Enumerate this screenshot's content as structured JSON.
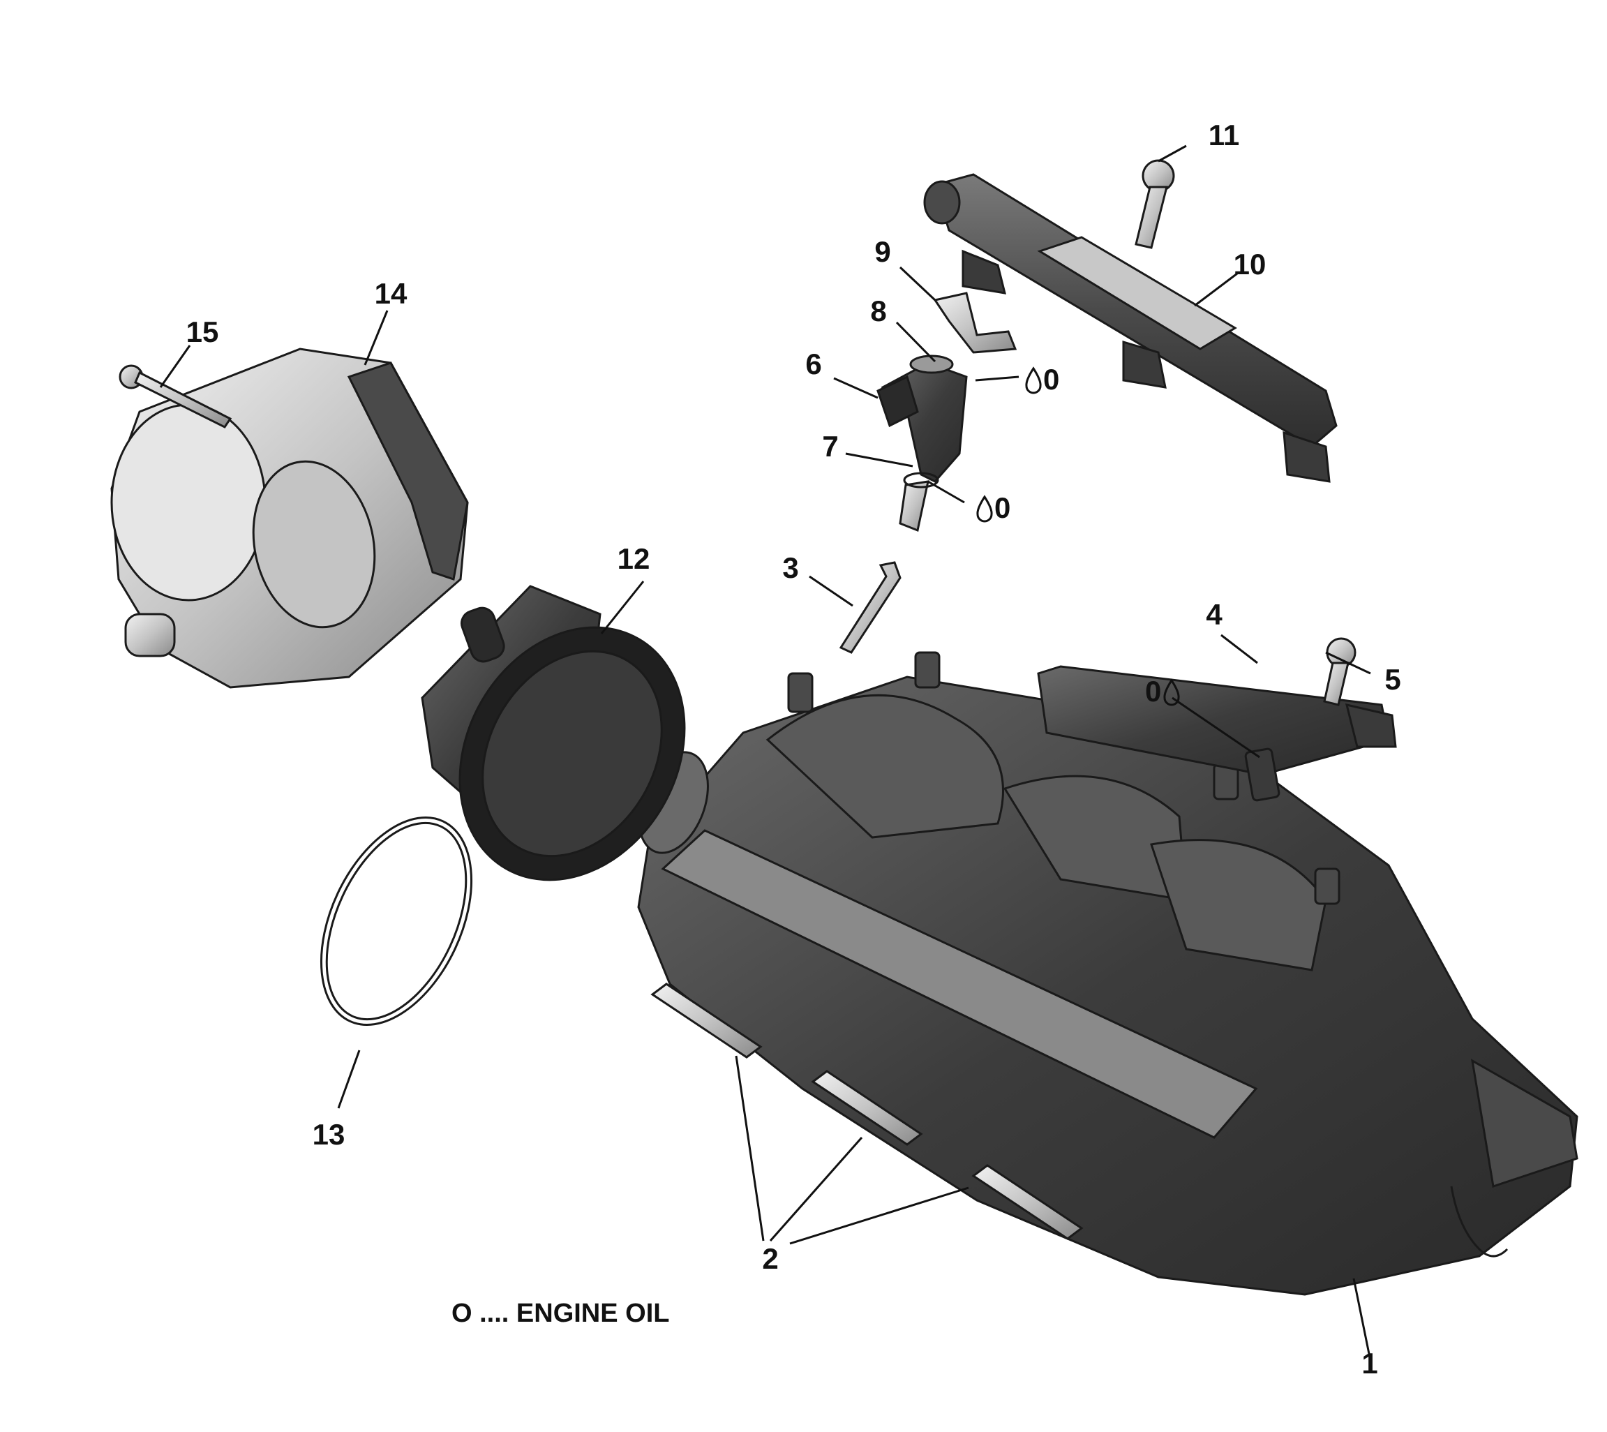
{
  "callouts": {
    "c1": "1",
    "c2": "2",
    "c3": "3",
    "c4": "4",
    "c5": "5",
    "c6": "6",
    "c7": "7",
    "c8": "8",
    "c9": "9",
    "c10": "10",
    "c11": "11",
    "c12": "12",
    "c13": "13",
    "c14": "14",
    "c15": "15"
  },
  "oil_marks": {
    "m8": "0",
    "m7": "0",
    "m4": "0"
  },
  "legend": {
    "text": "O .... ENGINE OIL"
  },
  "colors": {
    "part_dark": "#3a3a3a",
    "part_mid": "#5a5a5a",
    "part_light": "#c8c8c8",
    "line": "#111111"
  },
  "icons": [
    "oil-drop-icon"
  ]
}
